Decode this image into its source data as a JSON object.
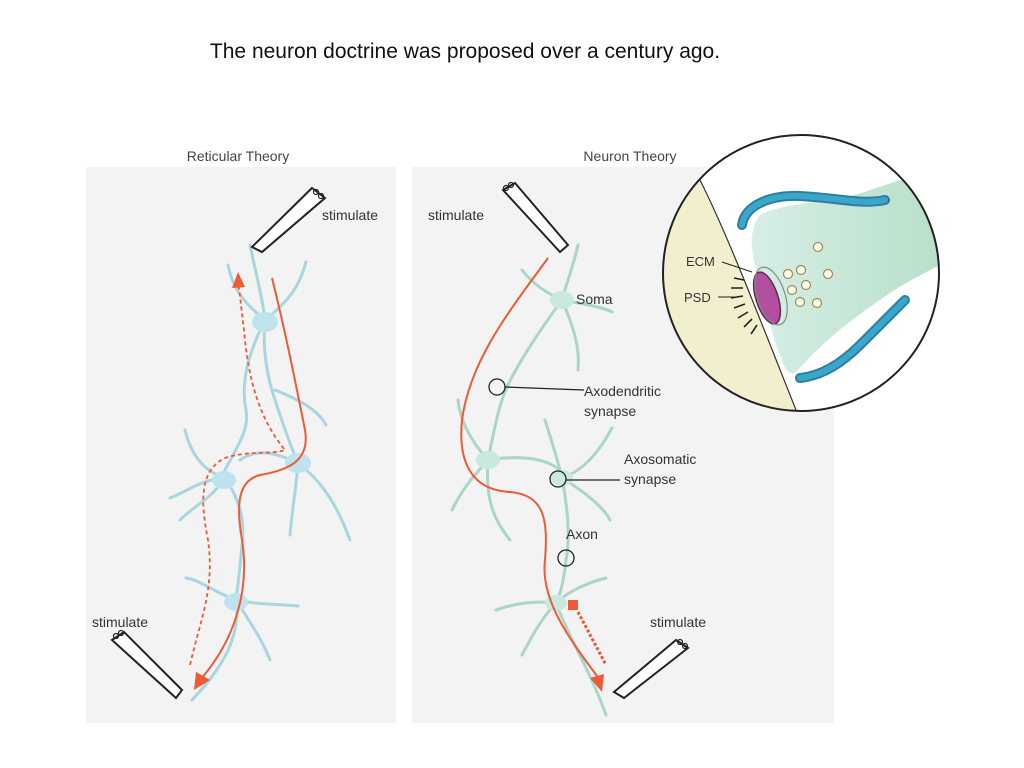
{
  "slide": {
    "title": "The neuron doctrine was proposed over a century ago."
  },
  "figure": {
    "left_panel": {
      "heading": "Reticular Theory",
      "stimulate_top": "stimulate",
      "stimulate_bottom": "stimulate"
    },
    "right_panel": {
      "heading": "Neuron Theory",
      "stimulate_top": "stimulate",
      "stimulate_bottom": "stimulate",
      "labels": {
        "soma": "Soma",
        "axodendritic_line1": "Axodendritic",
        "axodendritic_line2": "synapse",
        "axosomatic_line1": "Axosomatic",
        "axosomatic_line2": "synapse",
        "axon": "Axon"
      }
    },
    "inset": {
      "ecm": "ECM",
      "psd": "PSD"
    },
    "colors": {
      "panel_bg": "#f3f3f3",
      "dendrite_reticular": "#a7d6e2",
      "dendrite_neuron": "#a9d6c7",
      "signal_arrow": "#ee5a35",
      "synapse_fill": "#c9e8e0",
      "glia_blue": "#3aa6c9",
      "psd_magenta": "#b24f9e",
      "ecm_yellow": "#f2efcf"
    }
  }
}
